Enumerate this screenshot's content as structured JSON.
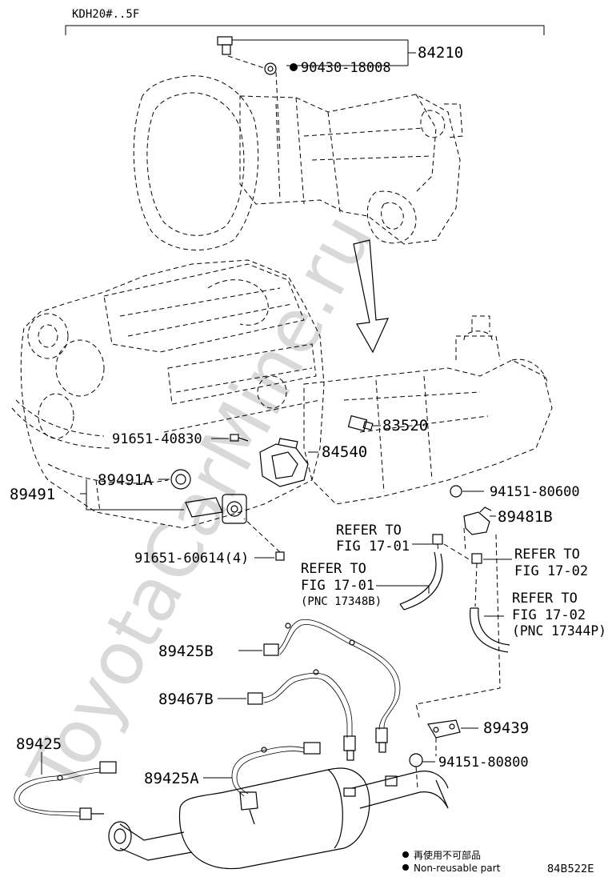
{
  "header": {
    "model_code": "KDH20#..5F"
  },
  "watermark": {
    "text": "ToyotaCarMine.ru"
  },
  "callouts": [
    {
      "id": "c84210",
      "text": "84210"
    },
    {
      "id": "c90430",
      "text": "90430-18008",
      "non_reusable": true
    },
    {
      "id": "c83520",
      "text": "83520"
    },
    {
      "id": "c91651a",
      "text": "91651-40830"
    },
    {
      "id": "c84540",
      "text": "84540"
    },
    {
      "id": "c89491",
      "text": "89491"
    },
    {
      "id": "c89491a",
      "text": "89491A"
    },
    {
      "id": "c94151a",
      "text": "94151-80600"
    },
    {
      "id": "c89481b",
      "text": "89481B"
    },
    {
      "id": "c91651b",
      "text": "91651-60614(4)"
    },
    {
      "id": "c89425b",
      "text": "89425B"
    },
    {
      "id": "c89467b",
      "text": "89467B"
    },
    {
      "id": "c89439",
      "text": "89439"
    },
    {
      "id": "c89425",
      "text": "89425"
    },
    {
      "id": "c94151b",
      "text": "94151-80800"
    },
    {
      "id": "c89425a",
      "text": "89425A"
    }
  ],
  "references": [
    {
      "id": "r1",
      "lines": [
        "REFER TO",
        "FIG 17-01"
      ]
    },
    {
      "id": "r2",
      "lines": [
        "REFER TO",
        "FIG 17-01",
        "(PNC 17348B)"
      ]
    },
    {
      "id": "r3",
      "lines": [
        "REFER TO",
        "FIG 17-02"
      ]
    },
    {
      "id": "r4",
      "lines": [
        "REFER TO",
        "FIG 17-02",
        "(PNC 17344P)"
      ]
    }
  ],
  "legend": {
    "line1": "再使用不可部品",
    "line2": "Non-reusable part"
  },
  "figure_code": "84B522E"
}
